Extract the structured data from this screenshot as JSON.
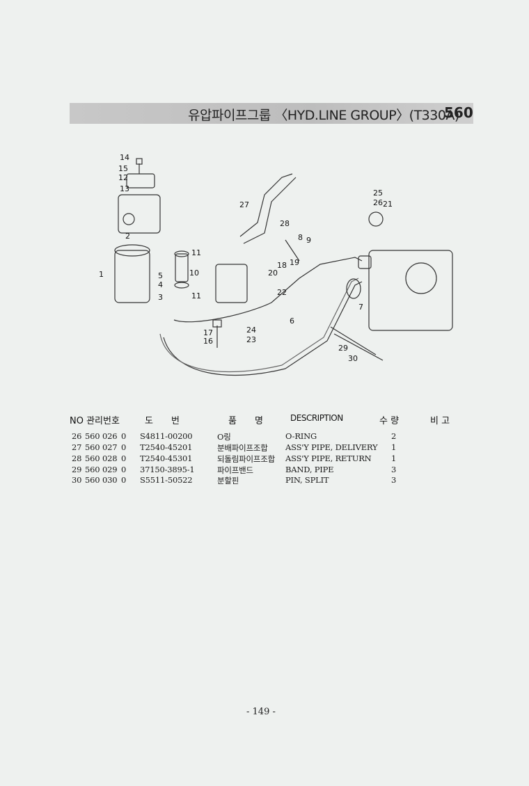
{
  "header": {
    "title": "유압파이프그룹 〈HYD.LINE GROUP〉(T330A)",
    "code": "560"
  },
  "diagram": {
    "callouts": [
      "14",
      "15",
      "12",
      "13",
      "2",
      "1",
      "5",
      "4",
      "3",
      "11",
      "10",
      "11",
      "27",
      "28",
      "8",
      "9",
      "19",
      "18",
      "20",
      "22",
      "25",
      "26",
      "21",
      "7",
      "6",
      "17",
      "24",
      "16",
      "23",
      "29",
      "30"
    ]
  },
  "table": {
    "headers": {
      "no_part": "NO 관리번호",
      "drawing_no": "도　　번",
      "part_name": "품　　명",
      "description": "DESCRIPTION",
      "qty": "수 량",
      "remarks": "비 고"
    },
    "rows": [
      {
        "no": "26",
        "group": "560",
        "seq": "026",
        "rev": "0",
        "drawing": "S4811-00200",
        "name_kr": "O링",
        "description": "O-RING",
        "qty": "2"
      },
      {
        "no": "27",
        "group": "560",
        "seq": "027",
        "rev": "0",
        "drawing": "T2540-45201",
        "name_kr": "분배파이프조합",
        "description": "ASS'Y PIPE, DELIVERY",
        "qty": "1"
      },
      {
        "no": "28",
        "group": "560",
        "seq": "028",
        "rev": "0",
        "drawing": "T2540-45301",
        "name_kr": "되돌림파이프조합",
        "description": "ASS'Y PIPE, RETURN",
        "qty": "1"
      },
      {
        "no": "29",
        "group": "560",
        "seq": "029",
        "rev": "0",
        "drawing": "37150-3895-1",
        "name_kr": "파이프밴드",
        "description": "BAND, PIPE",
        "qty": "3"
      },
      {
        "no": "30",
        "group": "560",
        "seq": "030",
        "rev": "0",
        "drawing": "S5511-50522",
        "name_kr": "분할핀",
        "description": "PIN, SPLIT",
        "qty": "3"
      }
    ]
  },
  "footer": {
    "page_number": "- 149 -"
  }
}
